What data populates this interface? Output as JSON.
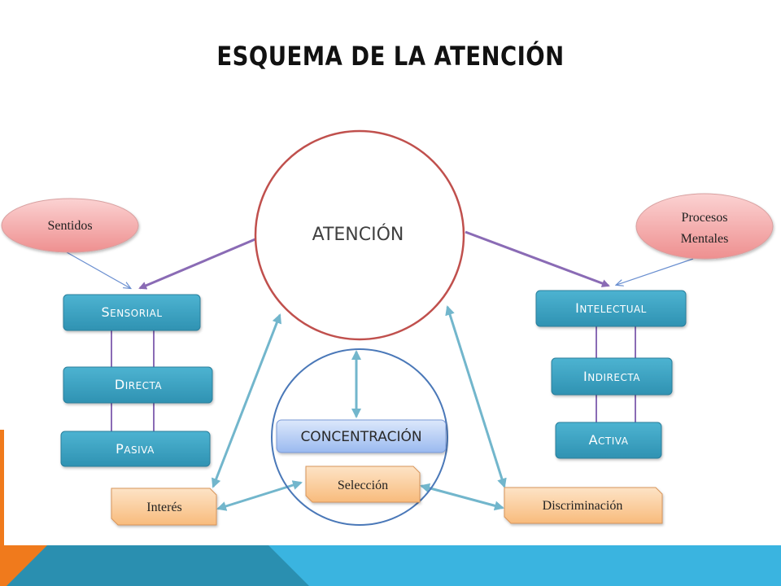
{
  "slide": {
    "title": "ESQUEMA DE LA ATENCIÓN"
  },
  "diagram": {
    "center": "ATENCIÓN",
    "left_oval": "Sentidos",
    "right_oval": [
      "Procesos",
      "Mentales"
    ],
    "left_boxes": [
      {
        "first": "S",
        "rest": "ENSORIAL"
      },
      {
        "first": "D",
        "rest": "IRECTA"
      },
      {
        "first": "P",
        "rest": "ASIVA"
      }
    ],
    "right_boxes": [
      {
        "first": "I",
        "rest": "NTELECTUAL"
      },
      {
        "first": "I",
        "rest": "NDIRECTA"
      },
      {
        "first": "A",
        "rest": "CTIVA"
      }
    ],
    "concentration": "CONCENTRACIÓN",
    "notes": {
      "interes": "Interés",
      "seleccion": "Selección",
      "discriminacion": "Discriminación"
    }
  },
  "colors": {
    "teal_box": "#3aa0bf",
    "oval_fill": "#f4a3a3",
    "note_fill": "#fbcf9e",
    "purple_arrow": "#8a6bb5",
    "blue_arrow": "#72b6cc",
    "bottom_bar_dark": "#2a8fb0",
    "bottom_bar_light": "#3ab4e0",
    "accent_orange": "#f07a1c"
  }
}
